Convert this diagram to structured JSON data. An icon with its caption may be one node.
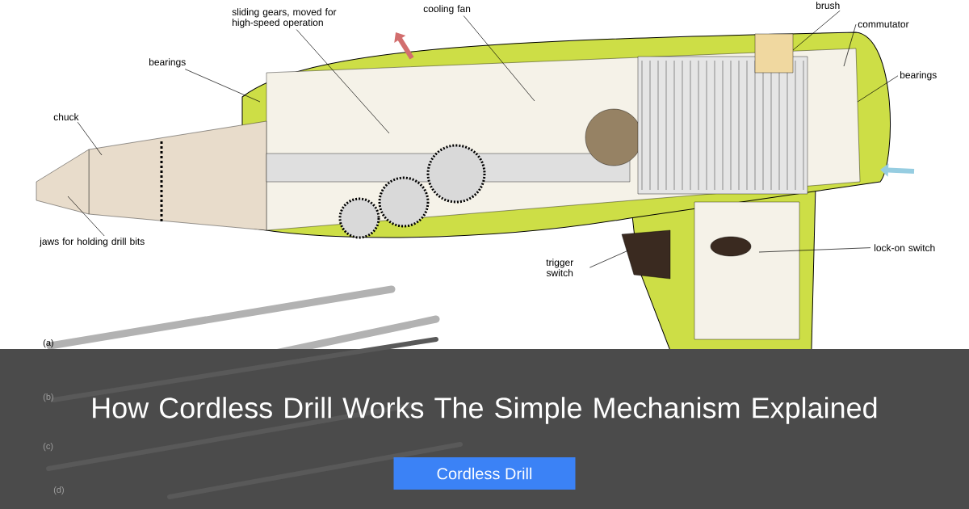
{
  "diagram": {
    "title": "How Cordless Drill Works The Simple Mechanism Explained",
    "nodes": [
      {
        "text": [
          "sliding gears, moved for high-speed operation"
        ]
      },
      {
        "text": [
          "cooling fan"
        ]
      },
      {
        "text": [
          "brush"
        ]
      },
      {
        "text": [
          "commutator"
        ]
      },
      {
        "text": [
          "bearings"
        ]
      },
      {
        "text": [
          "chuck"
        ]
      },
      {
        "text": [
          "bearings"
        ]
      },
      {
        "text": [
          "jaws for holding drill bits"
        ]
      },
      {
        "text": [
          "trigger switch"
        ]
      },
      {
        "text": [
          "lock-on switch"
        ]
      }
    ],
    "edges": [
      {
        "from": 0,
        "to": null,
        "arrow": "none"
      },
      {
        "from": 1,
        "to": null,
        "arrow": "none"
      },
      {
        "from": 2,
        "to": null,
        "arrow": "none"
      },
      {
        "from": 3,
        "to": null,
        "arrow": "none"
      },
      {
        "from": 4,
        "to": null,
        "arrow": "none"
      },
      {
        "from": 5,
        "to": null,
        "arrow": "none"
      },
      {
        "from": 6,
        "to": null,
        "arrow": "none"
      },
      {
        "from": 7,
        "to": null,
        "arrow": "none"
      },
      {
        "from": 8,
        "to": null,
        "arrow": "none"
      },
      {
        "from": 9,
        "to": null,
        "arrow": "none"
      }
    ],
    "labels": [
      "(a)",
      "(b)",
      "(c)",
      "(d)",
      "Cordless Drill"
    ]
  }
}
